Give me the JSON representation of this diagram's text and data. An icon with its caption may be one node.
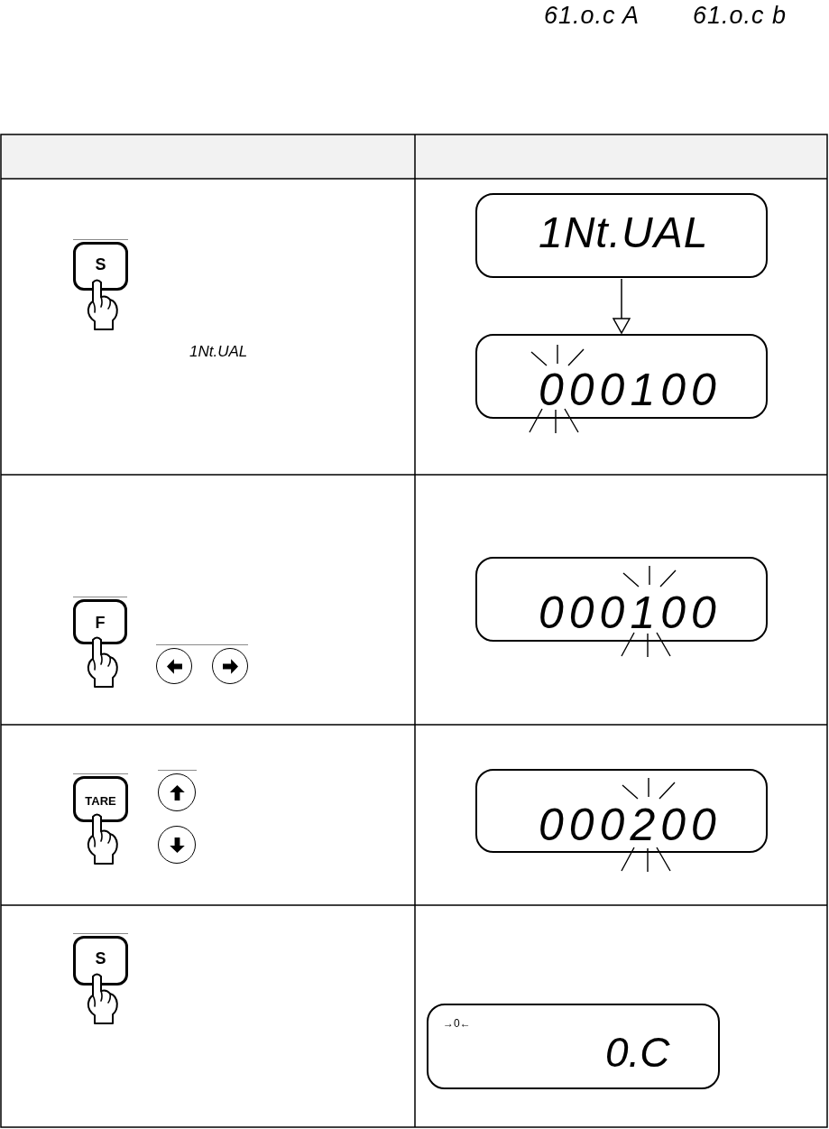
{
  "diagram": {
    "nodes": [
      {
        "text": [
          "S"
        ]
      },
      {
        "text": [
          "1Nt.UAL"
        ]
      },
      {
        "text": [
          "000100"
        ]
      },
      {
        "text": [
          "F"
        ]
      },
      {
        "text": [],
        "shape": "circle"
      },
      {
        "text": [],
        "shape": "circle"
      },
      {
        "text": [
          "000100"
        ]
      },
      {
        "text": [
          "TARE"
        ]
      },
      {
        "text": [],
        "shape": "circle"
      },
      {
        "text": [],
        "shape": "circle"
      },
      {
        "text": [
          "000200"
        ]
      },
      {
        "text": [
          "S"
        ]
      },
      {
        "text": [
          "→0←",
          "0.C"
        ]
      }
    ],
    "edges": [
      {
        "from": 1,
        "to": 2,
        "arrow": "to"
      }
    ],
    "labels": [
      "61.o.c A",
      "61.o.c b",
      "1Nt.UAL"
    ]
  }
}
